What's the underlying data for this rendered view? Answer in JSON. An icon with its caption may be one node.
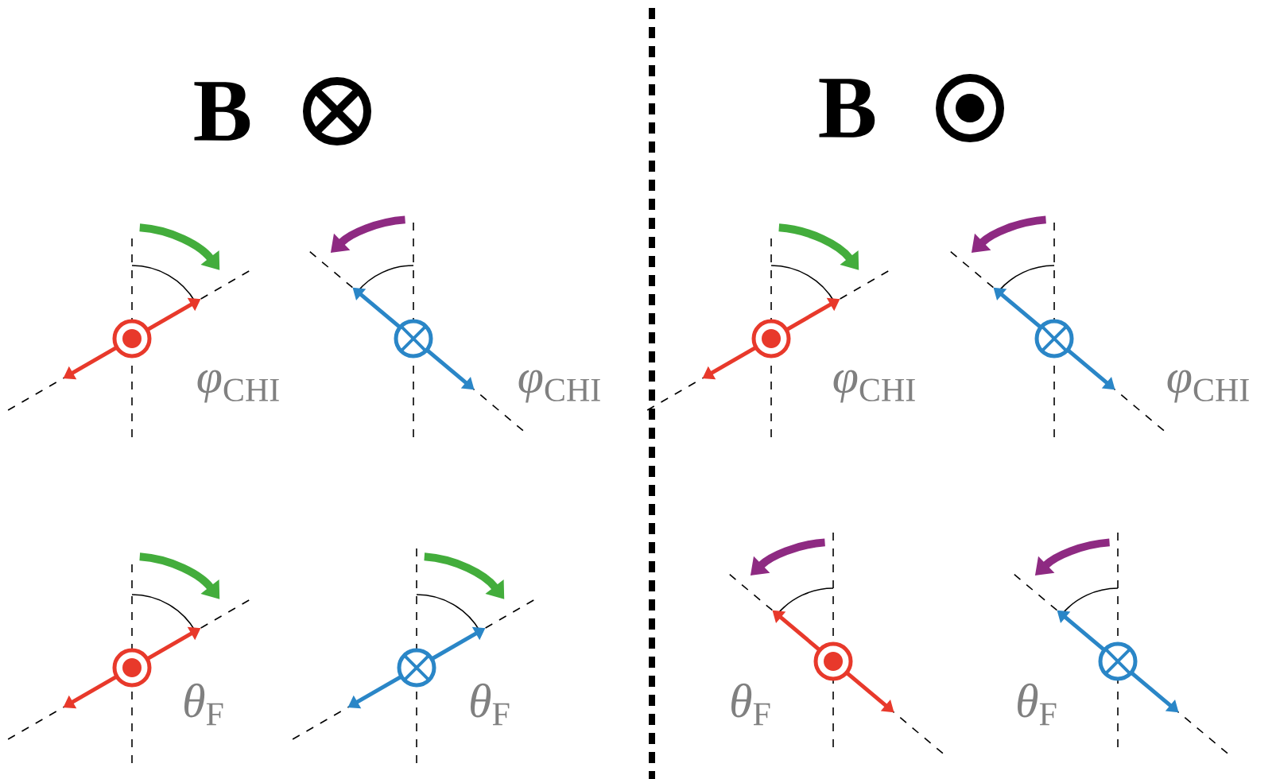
{
  "diagram": {
    "labels": [
      "B",
      "B",
      "*φ*$_{CHI}$",
      "*φ*$_{CHI}$",
      "*φ*$_{CHI}$",
      "*φ*$_{CHI}$",
      "*θ*$_{F}$",
      "*θ*$_{F}$",
      "*θ*$_{F}$",
      "*θ*$_{F}$"
    ]
  }
}
